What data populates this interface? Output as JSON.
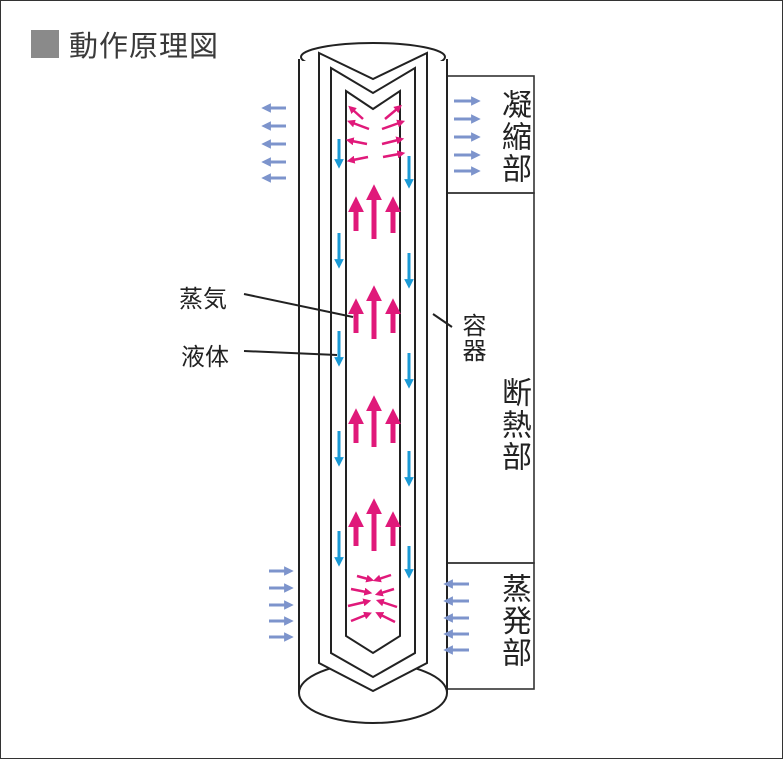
{
  "title": "動作原理図",
  "labels": {
    "vapor": "蒸気",
    "liquid": "液体",
    "container": "容器",
    "condenser": "凝縮部",
    "adiabatic": "断熱部",
    "evaporator": "蒸発部"
  },
  "colors": {
    "vapor_arrow": "#e0197a",
    "liquid_arrow": "#1a9ad6",
    "heat_arrow": "#7d94cc",
    "title_square": "#8a8a8a",
    "outline": "#222222"
  },
  "icons": {
    "title_marker": "gray-square-icon"
  }
}
